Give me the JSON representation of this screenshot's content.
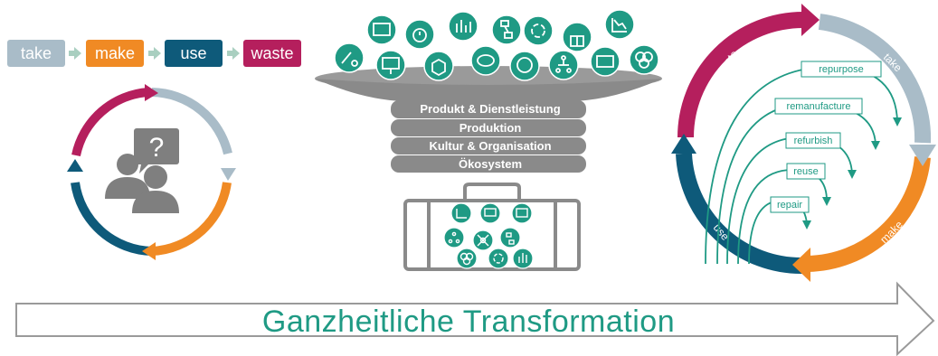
{
  "linear_flow": {
    "steps": [
      {
        "label": "take",
        "color": "#a9bcc8"
      },
      {
        "label": "make",
        "color": "#f08a24"
      },
      {
        "label": "use",
        "color": "#0e5a7a"
      },
      {
        "label": "waste",
        "color": "#b51f5d"
      }
    ]
  },
  "cycle_left": {
    "question_glyph": "?",
    "icon": "people-question-icon"
  },
  "funnel": {
    "layers": [
      "Produkt & Dienstleistung",
      "Produktion",
      "Kultur & Organisation",
      "Ökosystem"
    ],
    "top_icons": [
      "presentation-board-icon",
      "alarm-clock-icon",
      "bar-chart-icon",
      "flowchart-icon",
      "circular-arrows-icon",
      "gift-icon",
      "declining-chart-icon",
      "hand-truck-icon",
      "teaching-board-icon",
      "box-icon",
      "tape-measure-icon",
      "brain-head-icon",
      "hierarchy-icon",
      "monitor-icon",
      "venn-icon"
    ],
    "suitcase_icons": [
      "declining-chart-icon",
      "teaching-board-icon",
      "presentation-board-icon",
      "hierarchy-icon",
      "network-icon",
      "flowchart-icon",
      "venn-icon",
      "circular-arrows-icon",
      "bar-chart-icon"
    ]
  },
  "circular_economy": {
    "ring_labels": {
      "waste": "waste",
      "take": "take",
      "make": "make",
      "use": "use"
    },
    "loops": [
      "repurpose",
      "remanufacture",
      "refurbish",
      "reuse",
      "repair"
    ]
  },
  "banner": {
    "title": "Ganzheitliche Transformation"
  },
  "colors": {
    "take": "#a9bcc8",
    "make": "#f08a24",
    "use": "#0e5a7a",
    "waste": "#b51f5d",
    "green": "#1f9a84",
    "grey": "#808080"
  }
}
